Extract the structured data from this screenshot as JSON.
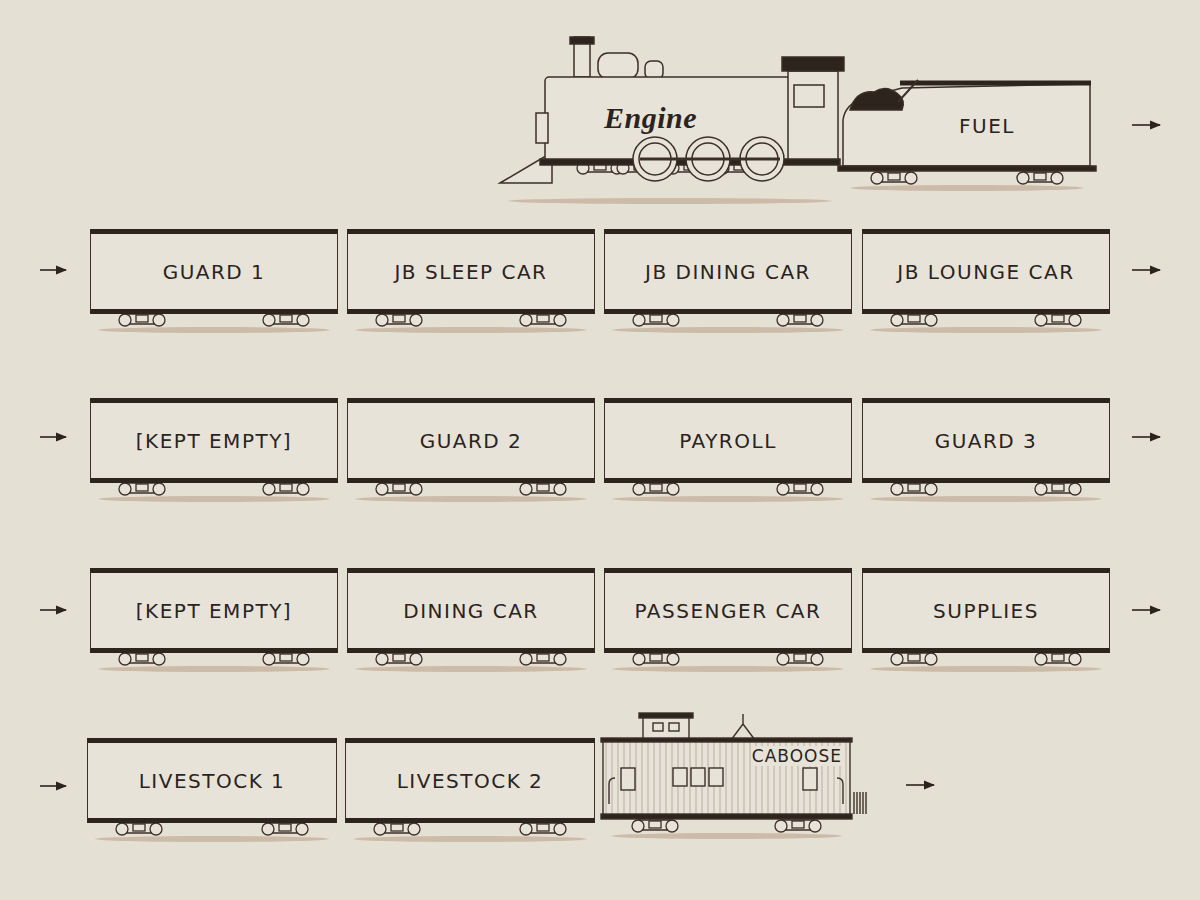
{
  "diagram": {
    "nodes": [
      {
        "text": [
          "Engine"
        ]
      },
      {
        "text": [
          "FUEL"
        ]
      },
      {
        "text": [
          "GUARD 1"
        ]
      },
      {
        "text": [
          "JB SLEEP CAR"
        ]
      },
      {
        "text": [
          "JB DINING CAR"
        ]
      },
      {
        "text": [
          "JB LOUNGE CAR"
        ]
      },
      {
        "text": [
          "[KEPT EMPTY]"
        ]
      },
      {
        "text": [
          "GUARD 2"
        ]
      },
      {
        "text": [
          "PAYROLL"
        ]
      },
      {
        "text": [
          "GUARD 3"
        ]
      },
      {
        "text": [
          "[KEPT EMPTY]"
        ]
      },
      {
        "text": [
          "DINING CAR"
        ]
      },
      {
        "text": [
          "PASSENGER CAR"
        ]
      },
      {
        "text": [
          "SUPPLIES"
        ]
      },
      {
        "text": [
          "LIVESTOCK 1"
        ]
      },
      {
        "text": [
          "LIVESTOCK 2"
        ]
      },
      {
        "text": [
          "CABOOSE"
        ]
      }
    ]
  }
}
